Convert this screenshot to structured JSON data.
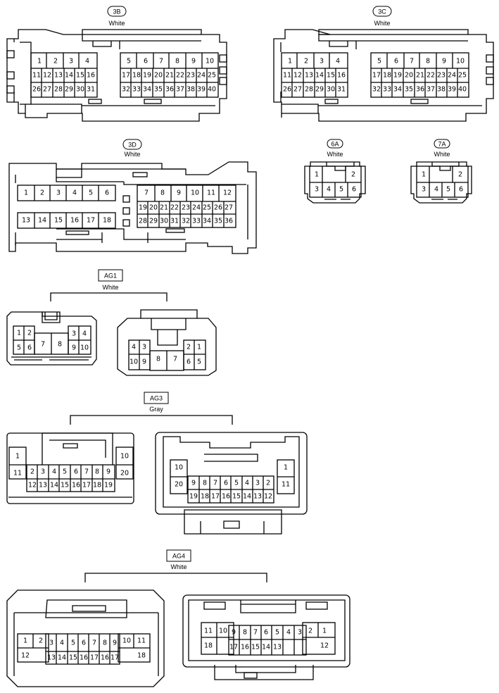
{
  "connectors": [
    {
      "id": "3B",
      "color": "White"
    },
    {
      "id": "3C",
      "color": "White"
    },
    {
      "id": "3D",
      "color": "White"
    },
    {
      "id": "6A",
      "color": "White"
    },
    {
      "id": "7A",
      "color": "White"
    },
    {
      "id": "AG1",
      "color": "White"
    },
    {
      "id": "AG3",
      "color": "Gray"
    },
    {
      "id": "AG4",
      "color": "White"
    }
  ]
}
